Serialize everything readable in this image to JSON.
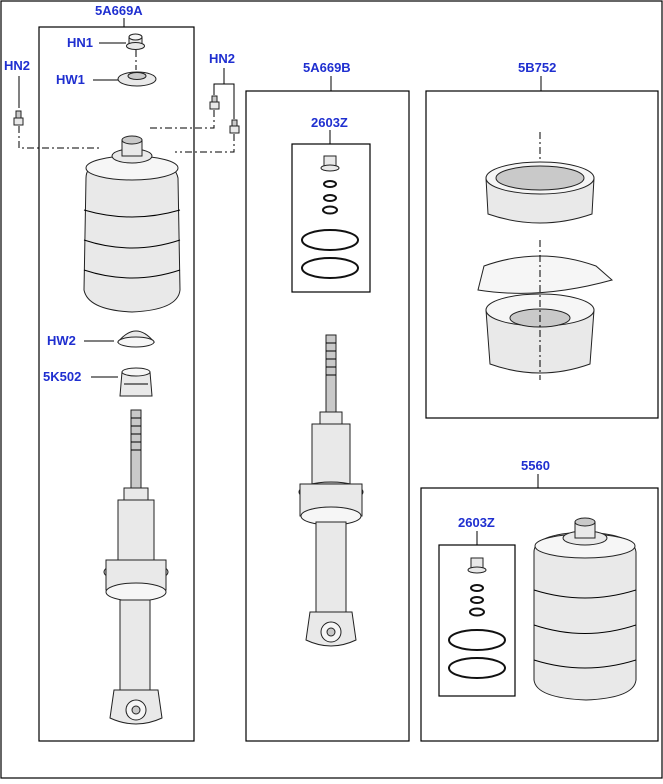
{
  "callouts": {
    "left_assembly": "5A669A",
    "hn1": "HN1",
    "hw1": "HW1",
    "hn2_left": "HN2",
    "hn2_right": "HN2",
    "hw2": "HW2",
    "k502": "5K502",
    "middle_assembly": "5A669B",
    "middle_kit": "2603Z",
    "top_right_assembly": "5B752",
    "bottom_right_assembly": "5560",
    "bottom_right_kit": "2603Z"
  }
}
